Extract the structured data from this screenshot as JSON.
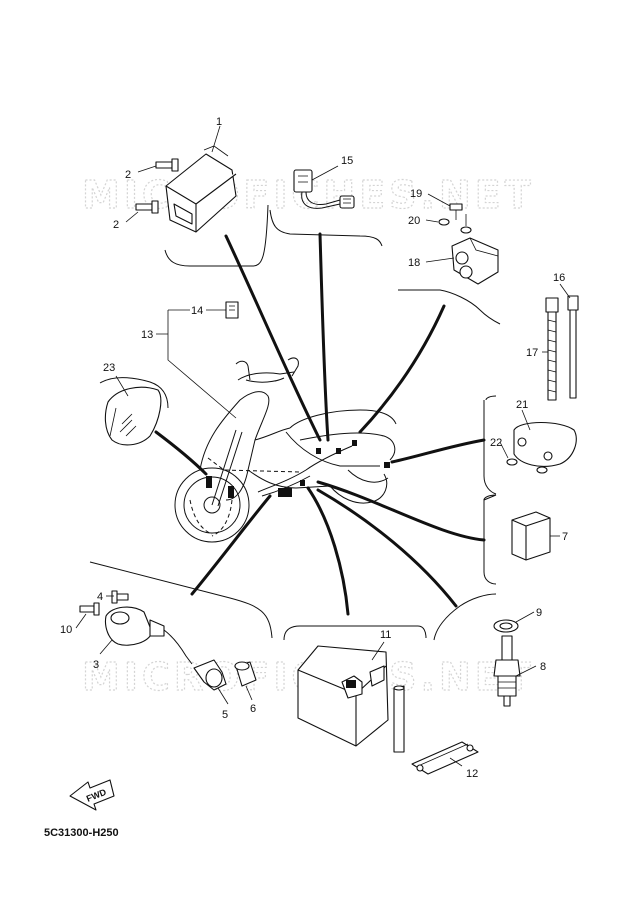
{
  "diagram": {
    "code": "5C31300-H250",
    "direction_label": "FWD",
    "watermark": "MICROFICHES.NET",
    "callouts": [
      {
        "id": "c1",
        "label": "1"
      },
      {
        "id": "c2a",
        "label": "2"
      },
      {
        "id": "c2b",
        "label": "2"
      },
      {
        "id": "c3",
        "label": "3"
      },
      {
        "id": "c4",
        "label": "4"
      },
      {
        "id": "c5",
        "label": "5"
      },
      {
        "id": "c6",
        "label": "6"
      },
      {
        "id": "c7",
        "label": "7"
      },
      {
        "id": "c8",
        "label": "8"
      },
      {
        "id": "c9",
        "label": "9"
      },
      {
        "id": "c10",
        "label": "10"
      },
      {
        "id": "c11",
        "label": "11"
      },
      {
        "id": "c12",
        "label": "12"
      },
      {
        "id": "c13",
        "label": "13"
      },
      {
        "id": "c14",
        "label": "14"
      },
      {
        "id": "c15",
        "label": "15"
      },
      {
        "id": "c16",
        "label": "16"
      },
      {
        "id": "c17",
        "label": "17"
      },
      {
        "id": "c18",
        "label": "18"
      },
      {
        "id": "c19",
        "label": "19"
      },
      {
        "id": "c20",
        "label": "20"
      },
      {
        "id": "c21",
        "label": "21"
      },
      {
        "id": "c22",
        "label": "22"
      },
      {
        "id": "c23",
        "label": "23"
      }
    ]
  }
}
